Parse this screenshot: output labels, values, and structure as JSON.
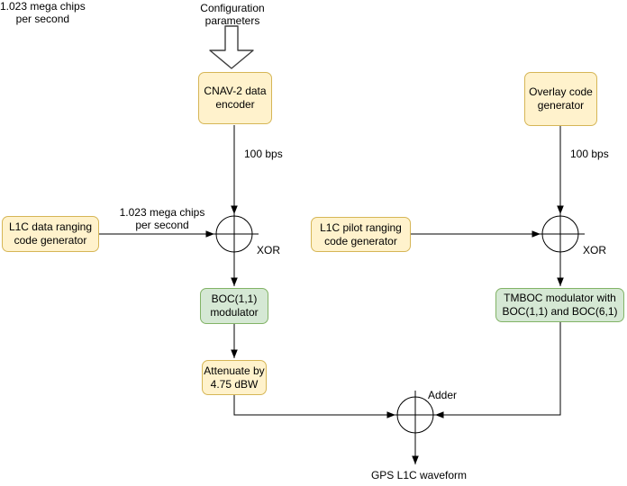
{
  "colors": {
    "node_yellow_fill": "#fff2cc",
    "node_yellow_border": "#d6b656",
    "node_green_fill": "#d5e8d4",
    "node_green_border": "#82b366",
    "line": "#000000"
  },
  "nodes": {
    "config_params": "Configuration\nparameters",
    "cnav2_encoder": "CNAV-2 data\nencoder",
    "overlay_generator": "Overlay code\ngenerator",
    "l1c_data_generator": "L1C data ranging\ncode generator",
    "l1c_pilot_generator": "L1C pilot ranging\ncode generator",
    "boc_modulator": "BOC(1,1)\nmodulator",
    "tmboc_modulator": "TMBOC modulator with\nBOC(1,1) and BOC(6,1)",
    "attenuator": "Attenuate by\n4.75 dBW",
    "xor_left": "XOR",
    "xor_right": "XOR",
    "adder": "Adder",
    "output": "GPS L1C waveform"
  },
  "edge_labels": {
    "cnav2_rate": "100 bps",
    "overlay_rate": "100 bps",
    "data_chip_rate": "1.023 mega chips\nper second",
    "pilot_chip_rate": "1.023 mega chips\nper second"
  }
}
